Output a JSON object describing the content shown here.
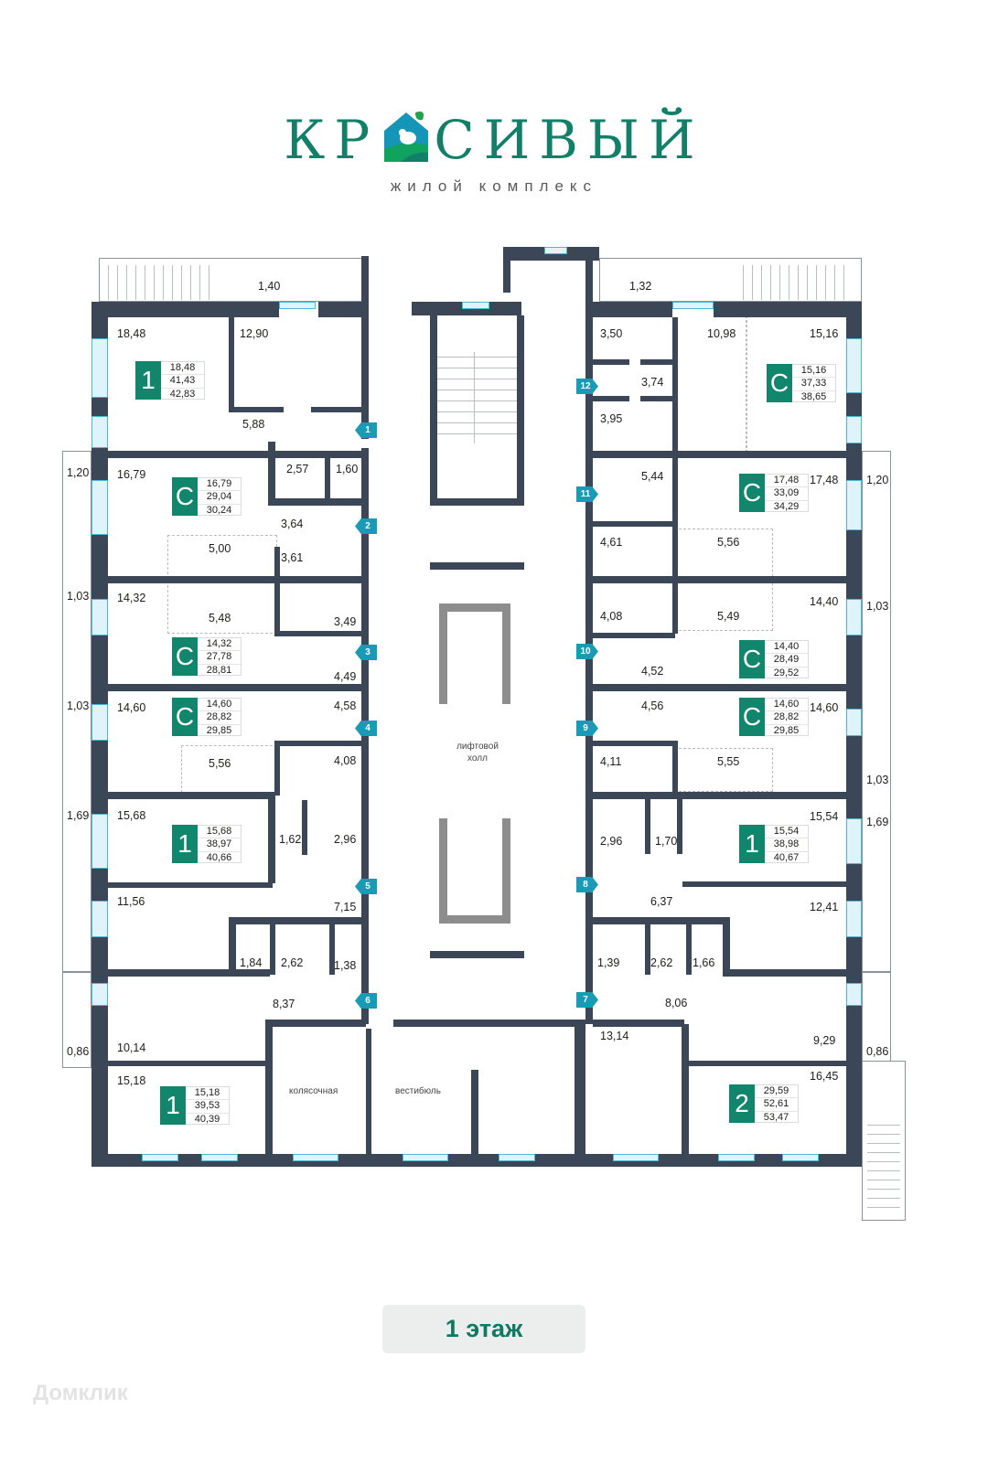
{
  "logo": {
    "title_left": "КР",
    "title_right": "СИВЫЙ",
    "subtitle": "жилой комплекс",
    "brand_color": "#127f69",
    "accent_color": "#1a9bb5"
  },
  "rooms": [
    "18,48",
    "12,90",
    "5,88",
    "2,57",
    "1,60",
    "1,40",
    "1,20",
    "16,79",
    "3,64",
    "5,00",
    "3,61",
    "1,03",
    "14,32",
    "5,48",
    "3,49",
    "4,49",
    "1,03",
    "14,60",
    "4,58",
    "5,56",
    "4,08",
    "1,69",
    "15,68",
    "1,62",
    "2,96",
    "11,56",
    "7,15",
    "1,84",
    "2,62",
    "1,38",
    "8,37",
    "0,86",
    "10,14",
    "15,18",
    "1,32",
    "3,50",
    "10,98",
    "15,16",
    "3,74",
    "3,95",
    "5,44",
    "17,48",
    "1,20",
    "4,61",
    "5,56",
    "4,08",
    "5,49",
    "14,40",
    "1,03",
    "4,52",
    "4,56",
    "14,60",
    "4,11",
    "5,55",
    "1,03",
    "2,96",
    "1,70",
    "15,54",
    "1,69",
    "6,37",
    "12,41",
    "1,39",
    "2,62",
    "1,66",
    "8,06",
    "13,14",
    "9,29",
    "0,86",
    "16,45"
  ],
  "common_areas": {
    "stroller_room": "колясочная",
    "vestibule": "вестибюль",
    "lift_hall": "лифтовой холл"
  },
  "apartments": [
    {
      "type": "1",
      "areas": [
        "18,48",
        "41,43",
        "42,83"
      ]
    },
    {
      "type": "С",
      "areas": [
        "16,79",
        "29,04",
        "30,24"
      ]
    },
    {
      "type": "С",
      "areas": [
        "14,32",
        "27,78",
        "28,81"
      ]
    },
    {
      "type": "С",
      "areas": [
        "14,60",
        "28,82",
        "29,85"
      ]
    },
    {
      "type": "1",
      "areas": [
        "15,68",
        "38,97",
        "40,66"
      ]
    },
    {
      "type": "1",
      "areas": [
        "15,18",
        "39,53",
        "40,39"
      ]
    },
    {
      "type": "С",
      "areas": [
        "15,16",
        "37,33",
        "38,65"
      ]
    },
    {
      "type": "С",
      "areas": [
        "17,48",
        "33,09",
        "34,29"
      ]
    },
    {
      "type": "С",
      "areas": [
        "14,40",
        "28,49",
        "29,52"
      ]
    },
    {
      "type": "С",
      "areas": [
        "14,60",
        "28,82",
        "29,85"
      ]
    },
    {
      "type": "1",
      "areas": [
        "15,54",
        "38,98",
        "40,67"
      ]
    },
    {
      "type": "2",
      "areas": [
        "29,59",
        "52,61",
        "53,47"
      ]
    }
  ],
  "entrances": [
    "1",
    "2",
    "3",
    "4",
    "5",
    "6",
    "7",
    "8",
    "9",
    "10",
    "11",
    "12"
  ],
  "floor": {
    "label": "1 этаж"
  },
  "watermark": "Домклик"
}
